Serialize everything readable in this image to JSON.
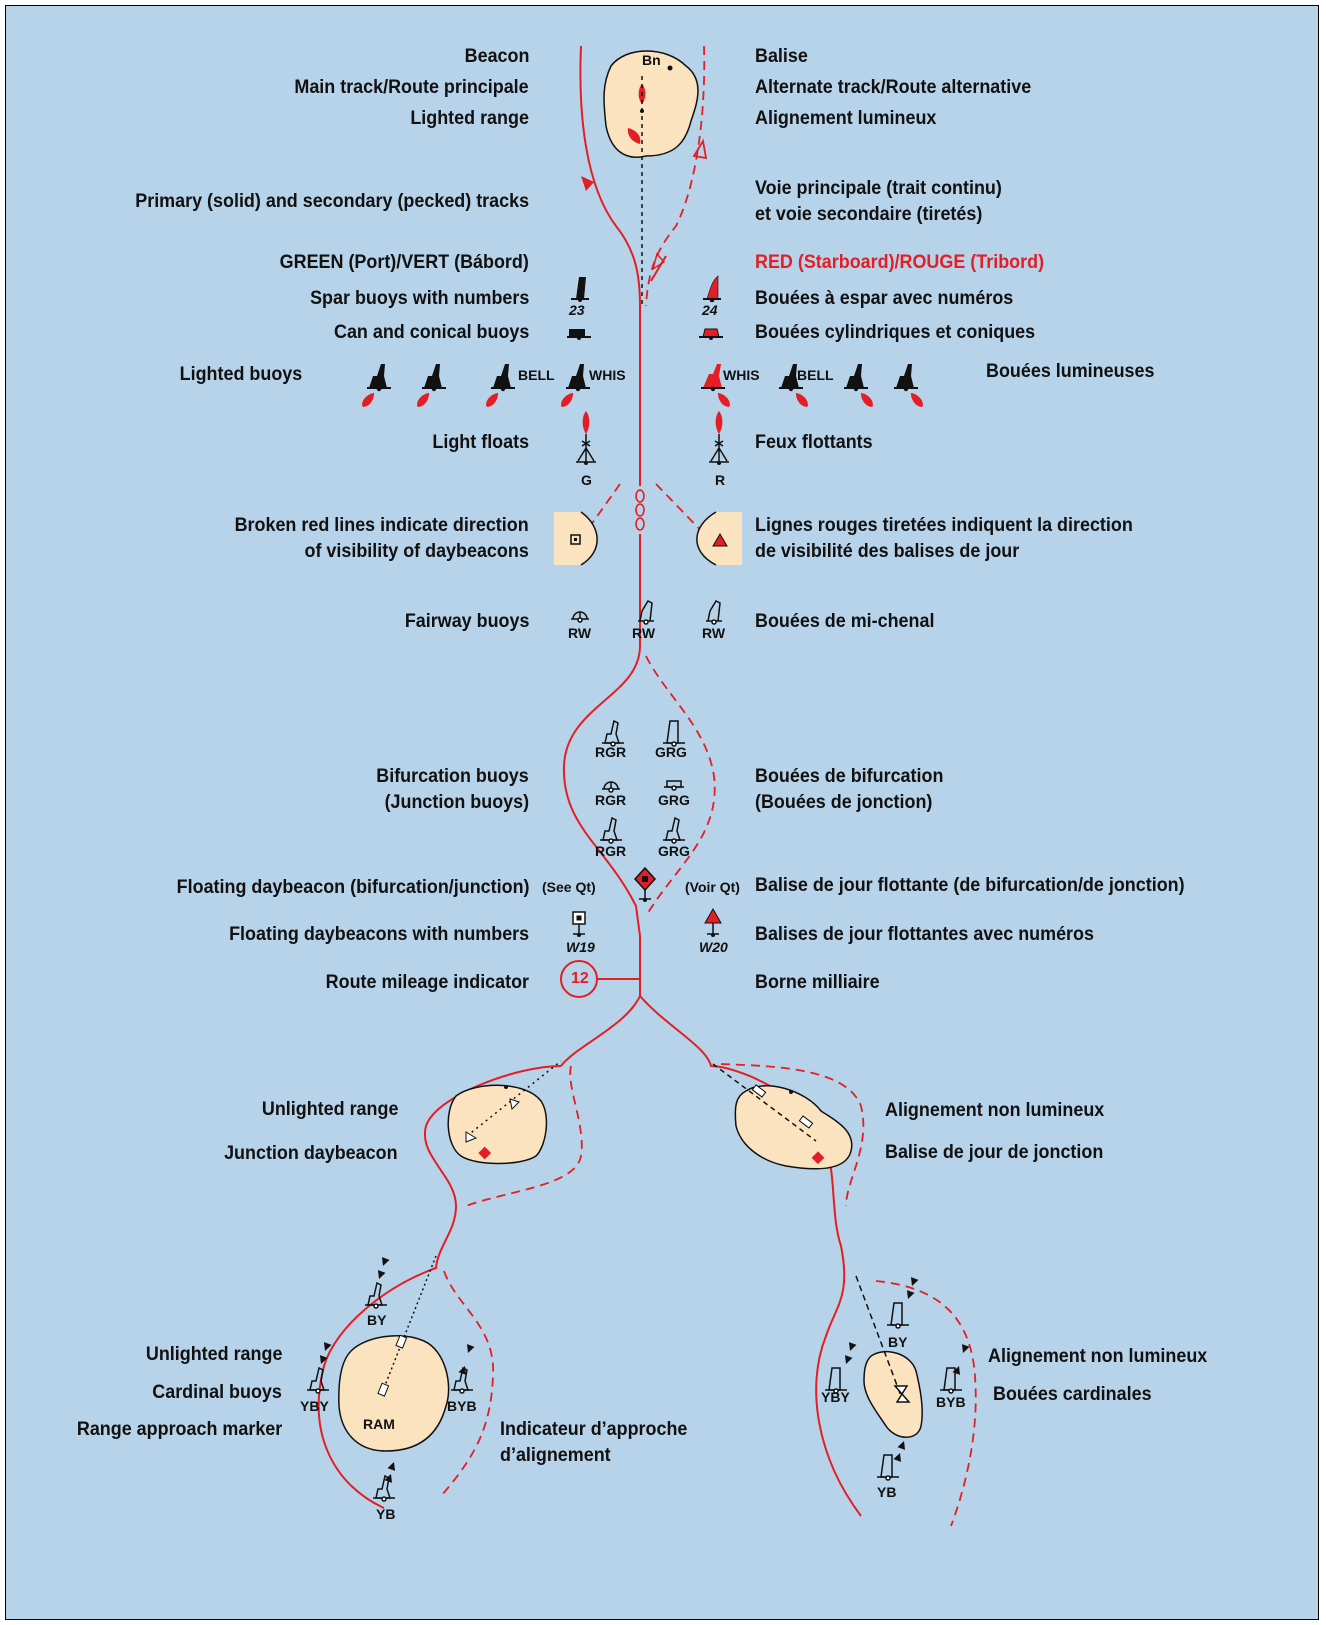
{
  "colors": {
    "water": "#b7d3e9",
    "land": "#fce3c0",
    "track": "#e31e24",
    "ink": "#111111"
  },
  "left": {
    "beacon": "Beacon",
    "main_track": "Main track/Route principale",
    "lighted_range": "Lighted range",
    "tracks": "Primary (solid) and secondary (pecked) tracks",
    "green": "GREEN (Port)/VERT (Bábord)",
    "spar": "Spar buoys with numbers",
    "can": "Can and conical buoys",
    "lighted_buoys": "Lighted buoys",
    "light_floats": "Light floats",
    "broken1": "Broken red lines indicate direction",
    "broken2": "of visibility of daybeacons",
    "fairway": "Fairway buoys",
    "bif1": "Bifurcation buoys",
    "bif2": "(Junction buoys)",
    "floating_db": "Floating daybeacon (bifurcation/junction)",
    "floating_dbs": "Floating daybeacons with numbers",
    "mileage": "Route mileage indicator",
    "unlighted_range": "Unlighted range",
    "junction_db": "Junction daybeacon",
    "unlighted_range2": "Unlighted range",
    "cardinal": "Cardinal buoys",
    "ram": "Range approach marker"
  },
  "right": {
    "beacon": "Balise",
    "main_track": "Alternate track/Route alternative",
    "lighted_range": "Alignement lumineux",
    "tracks1": "Voie principale (trait continu)",
    "tracks2": "et voie secondaire (tiretés)",
    "red": "RED (Starboard)/ROUGE (Tribord)",
    "spar": "Bouées à espar avec numéros",
    "can": "Bouées cylindriques et coniques",
    "lighted_buoys": "Bouées lumineuses",
    "light_floats": "Feux flottants",
    "broken1": "Lignes rouges tiretées indiquent la direction",
    "broken2": "de visibilité des balises de jour",
    "fairway": "Bouées de mi-chenal",
    "bif1": "Bouées de bifurcation",
    "bif2": "(Bouées de jonction)",
    "floating_db": "Balise de jour flottante (de bifurcation/de jonction)",
    "floating_dbs": "Balises de jour flottantes avec numéros",
    "mileage": "Borne milliaire",
    "unlighted_range": "Alignement non lumineux",
    "junction_db": "Balise de jour de jonction",
    "unlighted_range2": "Alignement non lumineux",
    "cardinal": "Bouées cardinales",
    "ram1": "Indicateur d’approche",
    "ram2": "d’alignement"
  },
  "marks": {
    "bn": "Bn",
    "spar_green": "23",
    "spar_red": "24",
    "bell": "BELL",
    "whis": "WHIS",
    "g": "G",
    "r": "R",
    "rw": "RW",
    "rgr": "RGR",
    "grg": "GRG",
    "see_qt": "(See Qt)",
    "voir_qt": "(Voir Qt)",
    "w19": "W19",
    "w20": "W20",
    "mile": "12",
    "by": "BY",
    "yby": "YBY",
    "byb": "BYB",
    "yb": "YB",
    "ram": "RAM"
  }
}
